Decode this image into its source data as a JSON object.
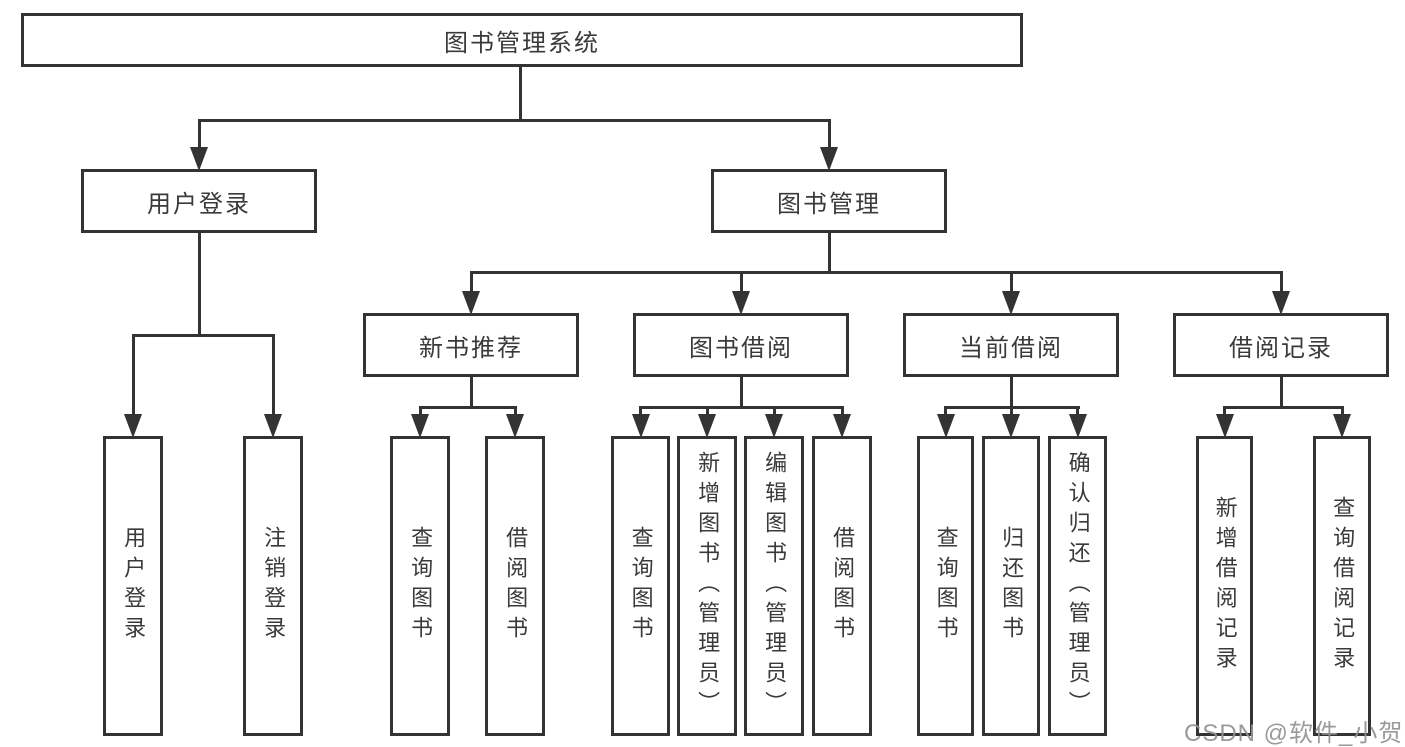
{
  "diagram": {
    "watermark": "CSDN @软件_小贺同学",
    "colors": {
      "line": "#333333",
      "text": "#3a3a3a",
      "background": "#ffffff",
      "watermark": "#919191"
    },
    "tree": {
      "root": {
        "label": "图书管理系统",
        "children": [
          {
            "label": "用户登录",
            "children": [
              {
                "label": "用户登录"
              },
              {
                "label": "注销登录"
              }
            ]
          },
          {
            "label": "图书管理",
            "children": [
              {
                "label": "新书推荐",
                "children": [
                  {
                    "label": "查询图书"
                  },
                  {
                    "label": "借阅图书"
                  }
                ]
              },
              {
                "label": "图书借阅",
                "children": [
                  {
                    "label": "查询图书"
                  },
                  {
                    "label": "新增图书（管理员）"
                  },
                  {
                    "label": "编辑图书（管理员）"
                  },
                  {
                    "label": "借阅图书"
                  }
                ]
              },
              {
                "label": "当前借阅",
                "children": [
                  {
                    "label": "查询图书"
                  },
                  {
                    "label": "归还图书"
                  },
                  {
                    "label": "确认归还（管理员）"
                  }
                ]
              },
              {
                "label": "借阅记录",
                "children": [
                  {
                    "label": "新增借阅记录"
                  },
                  {
                    "label": "查询借阅记录"
                  }
                ]
              }
            ]
          }
        ]
      }
    }
  }
}
